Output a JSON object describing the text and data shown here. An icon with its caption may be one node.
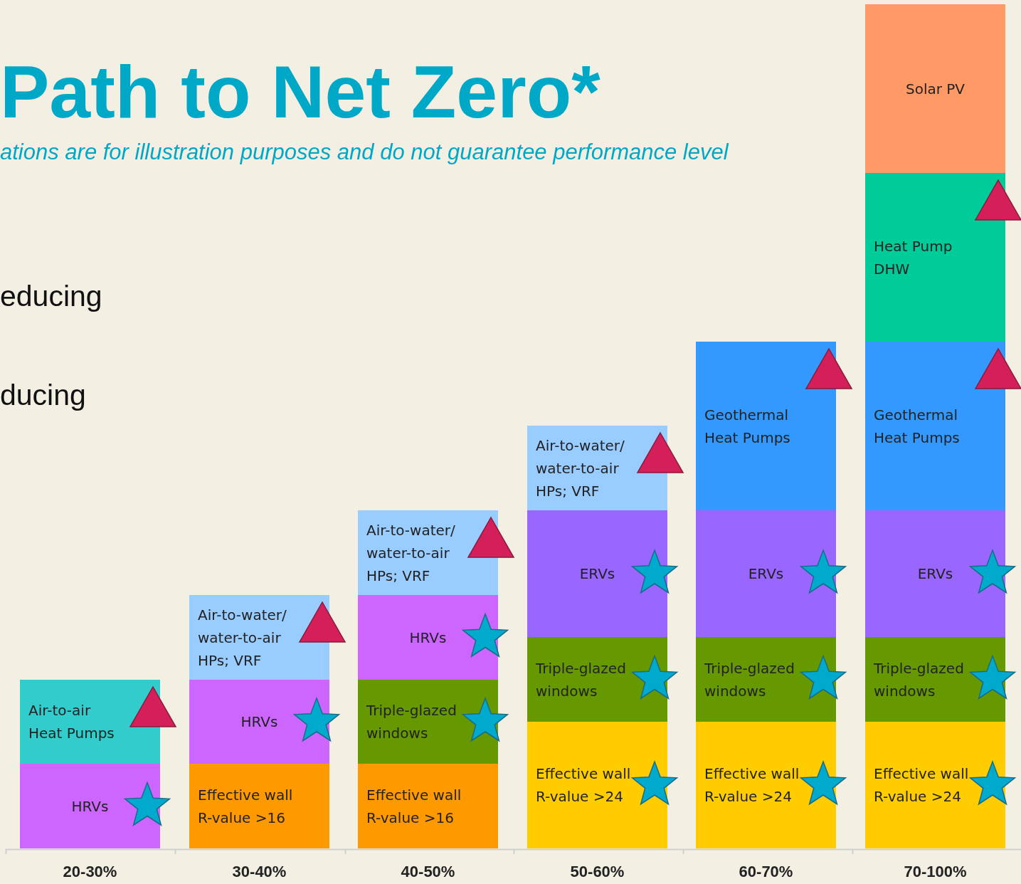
{
  "diagram": {
    "title": "Path to Net Zero*",
    "caption": "ations are for illustration purposes and do not guarantee performance level",
    "nodes": [
      {
        "text": [
          "HRVs"
        ]
      },
      {
        "text": [
          "Air-to-air Heat Pumps"
        ]
      },
      {
        "text": [
          "Effective wall R-value >16"
        ]
      },
      {
        "text": [
          "HRVs"
        ]
      },
      {
        "text": [
          "Air-to-water/ water-to-air HPs; VRF"
        ]
      },
      {
        "text": [
          "Effective wall R-value >16"
        ]
      },
      {
        "text": [
          "Triple-glazed windows"
        ]
      },
      {
        "text": [
          "HRVs"
        ]
      },
      {
        "text": [
          "Air-to-water/ water-to-air HPs; VRF"
        ]
      },
      {
        "text": [
          "Effective wall R-value >24"
        ]
      },
      {
        "text": [
          "Triple-glazed windows"
        ]
      },
      {
        "text": [
          "ERVs"
        ]
      },
      {
        "text": [
          "Air-to-water/ water-to-air HPs; VRF"
        ]
      },
      {
        "text": [
          "Effective wall R-value >24"
        ]
      },
      {
        "text": [
          "Triple-glazed windows"
        ]
      },
      {
        "text": [
          "ERVs"
        ]
      },
      {
        "text": [
          "Geothermal Heat Pumps"
        ]
      },
      {
        "text": [
          "Effective wall R-value >24"
        ]
      },
      {
        "text": [
          "Triple-glazed windows"
        ]
      },
      {
        "text": [
          "ERVs"
        ]
      },
      {
        "text": [
          "Geothermal Heat Pumps"
        ]
      },
      {
        "text": [
          "Heat Pump DHW"
        ]
      },
      {
        "text": [
          "Solar PV"
        ]
      }
    ],
    "labels": [
      "educing",
      "ducing",
      "20-30%",
      "30-40%",
      "40-50%",
      "50-60%",
      "60-70%",
      "70-100%"
    ]
  }
}
